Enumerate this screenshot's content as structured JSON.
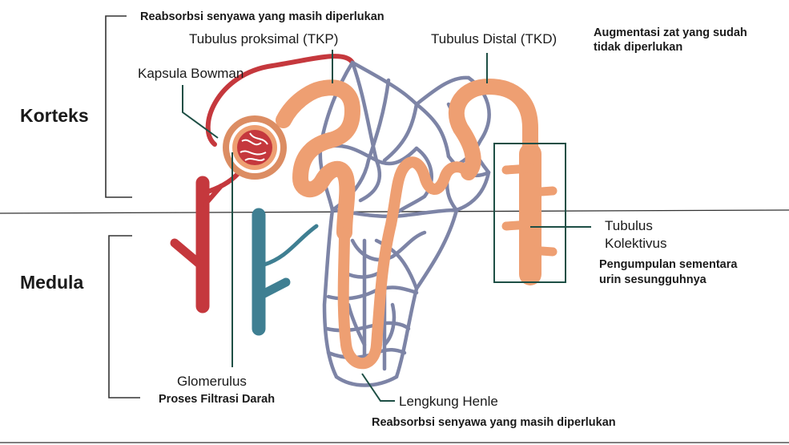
{
  "regions": {
    "cortex": "Korteks",
    "medulla": "Medula"
  },
  "labels": {
    "top_note": "Reabsorbsi senyawa yang masih diperlukan",
    "proximal": "Tubulus proksimal (TKP)",
    "bowman": "Kapsula Bowman",
    "distal": "Tubulus Distal (TKD)",
    "distal_note_1": "Augmentasi zat yang sudah",
    "distal_note_2": "tidak diperlukan",
    "collecting_1": "Tubulus",
    "collecting_2": "Kolektivus",
    "collecting_note_1": "Pengumpulan sementara",
    "collecting_note_2": "urin sesungguhnya",
    "glomerulus": "Glomerulus",
    "glomerulus_note": "Proses Filtrasi Darah",
    "henle": "Lengkung Henle",
    "henle_note": "Reabsorbsi senyawa yang masih diperlukan"
  },
  "colors": {
    "tubule": "#ee9f72",
    "artery": "#c5383d",
    "vein": "#3f7f92",
    "capillary": "#7d84a6",
    "pointer": "#1e4f45",
    "bracket": "#333333"
  }
}
